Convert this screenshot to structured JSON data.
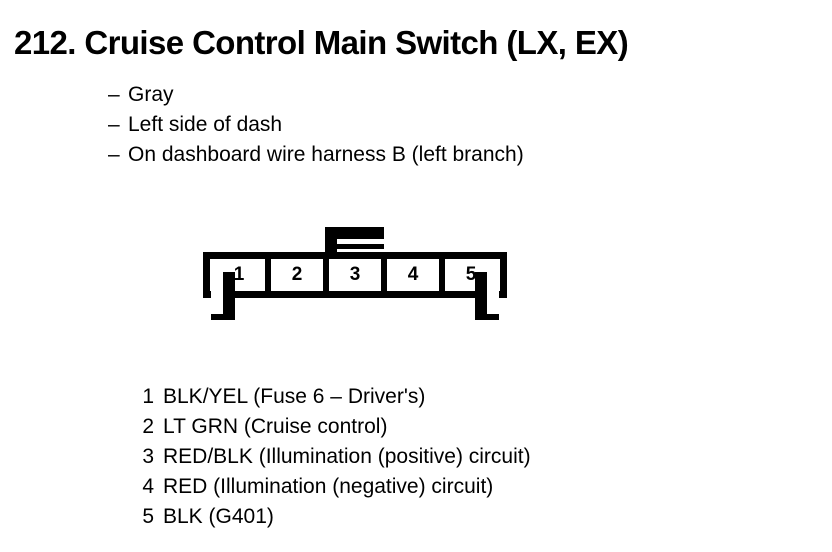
{
  "page": {
    "number": "212.",
    "title": "212. Cruise Control Main Switch (LX, EX)"
  },
  "notes": {
    "dash": "–",
    "items": [
      "Gray",
      "Left side of dash",
      "On dashboard wire harness B (left branch)"
    ]
  },
  "connector": {
    "cavity_count": 5,
    "cavities": [
      "1",
      "2",
      "3",
      "4",
      "5"
    ],
    "outline_color": "#000000",
    "fill_color": "#ffffff"
  },
  "legend": {
    "rows": [
      {
        "pin": "1",
        "desc": "BLK/YEL (Fuse 6 – Driver's)"
      },
      {
        "pin": "2",
        "desc": "LT GRN (Cruise control)"
      },
      {
        "pin": "3",
        "desc": "RED/BLK (Illumination (positive) circuit)"
      },
      {
        "pin": "4",
        "desc": "RED (Illumination (negative) circuit)"
      },
      {
        "pin": "5",
        "desc": "BLK (G401)"
      }
    ]
  }
}
